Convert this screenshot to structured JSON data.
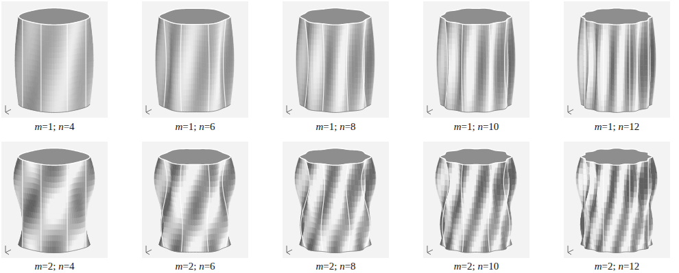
{
  "diagram": {
    "labels": [
      "m=1; n=4",
      "m=1; n=6",
      "m=1; n=8",
      "m=1; n=10",
      "m=1; n=12",
      "m=2; n=4",
      "m=2; n=6",
      "m=2; n=8",
      "m=2; n=10",
      "m=2; n=12"
    ]
  }
}
